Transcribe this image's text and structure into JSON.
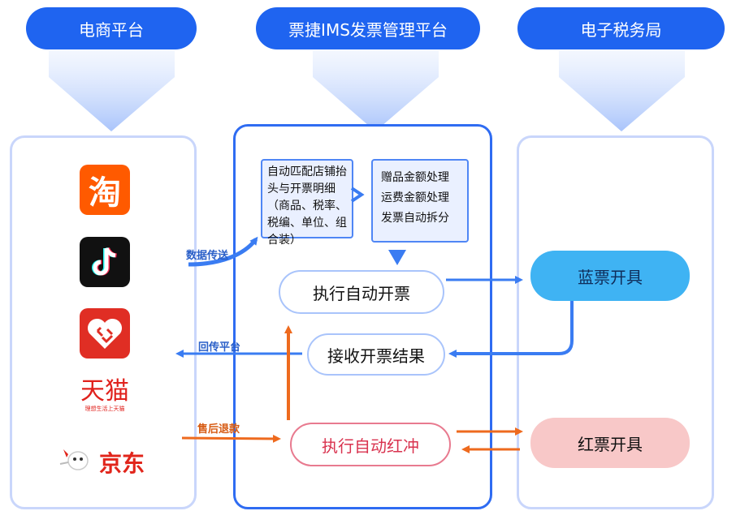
{
  "headers": {
    "left": "电商平台",
    "middle": "票捷IMS发票管理平台",
    "right": "电子税务局"
  },
  "logos": {
    "taobao_char": "淘",
    "tmall_text": "天猫",
    "tmall_tagline": "理想生活上天猫",
    "jd_text": "京东"
  },
  "process": {
    "match_box": "自动匹配店铺抬头与开票明细（商品、税率、税编、单位、组合装）",
    "amount_box": [
      "赠品金额处理",
      "运费金额处理",
      "发票自动拆分"
    ],
    "auto_issue": "执行自动开票",
    "receive_result": "接收开票结果",
    "auto_red": "执行自动红冲"
  },
  "tax": {
    "blue_invoice": "蓝票开具",
    "red_invoice": "红票开具"
  },
  "labels": {
    "data_transfer": "数据传送",
    "return_platform": "回传平台",
    "after_sale_refund": "售后退款"
  },
  "colors": {
    "primary_blue": "#1f64f0",
    "blue_arrow": "#3a7cf2",
    "orange_arrow": "#ee6a1e",
    "blue_pill": "#3fb3f3",
    "red_pill": "#f8c8c8"
  }
}
